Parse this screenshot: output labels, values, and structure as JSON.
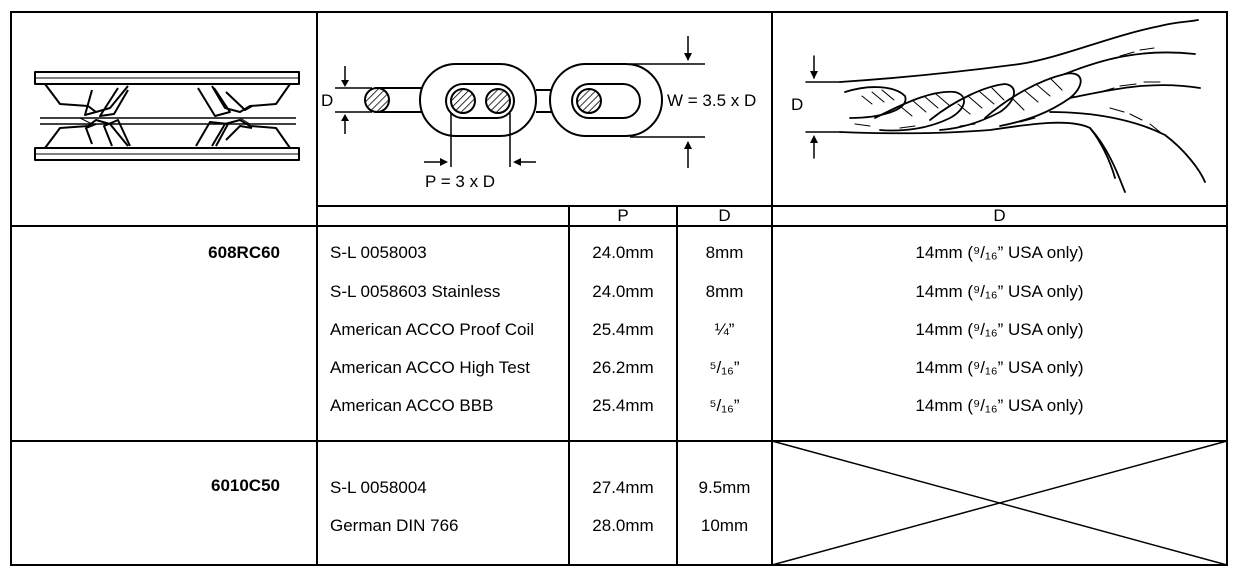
{
  "figures": {
    "chain": {
      "d_label": "D",
      "w_label": "W = 3.5 x D",
      "p_label": "P = 3 x D"
    },
    "rope": {
      "d_label": "D"
    }
  },
  "header": {
    "p": "P",
    "d": "D",
    "rope_d": "D"
  },
  "groups": [
    {
      "model": "608RC60",
      "rows": [
        {
          "chain": "S-L 0058003",
          "p": "24.0mm",
          "d": "8mm",
          "rope": "14mm (⁹/₁₆” USA only)"
        },
        {
          "chain": "S-L 0058603 Stainless",
          "p": "24.0mm",
          "d": "8mm",
          "rope": "14mm (⁹/₁₆” USA only)"
        },
        {
          "chain": "American ACCO Proof Coil",
          "p": "25.4mm",
          "d": "¼”",
          "rope": "14mm (⁹/₁₆” USA only)"
        },
        {
          "chain": "American ACCO High Test",
          "p": "26.2mm",
          "d": "⁵/₁₆”",
          "rope": "14mm (⁹/₁₆” USA only)"
        },
        {
          "chain": "American ACCO BBB",
          "p": "25.4mm",
          "d": "⁵/₁₆”",
          "rope": "14mm (⁹/₁₆” USA only)"
        }
      ]
    },
    {
      "model": "6010C50",
      "rows": [
        {
          "chain": "S-L 0058004",
          "p": "27.4mm",
          "d": "9.5mm"
        },
        {
          "chain": "German DIN 766",
          "p": "28.0mm",
          "d": "10mm"
        }
      ]
    }
  ]
}
